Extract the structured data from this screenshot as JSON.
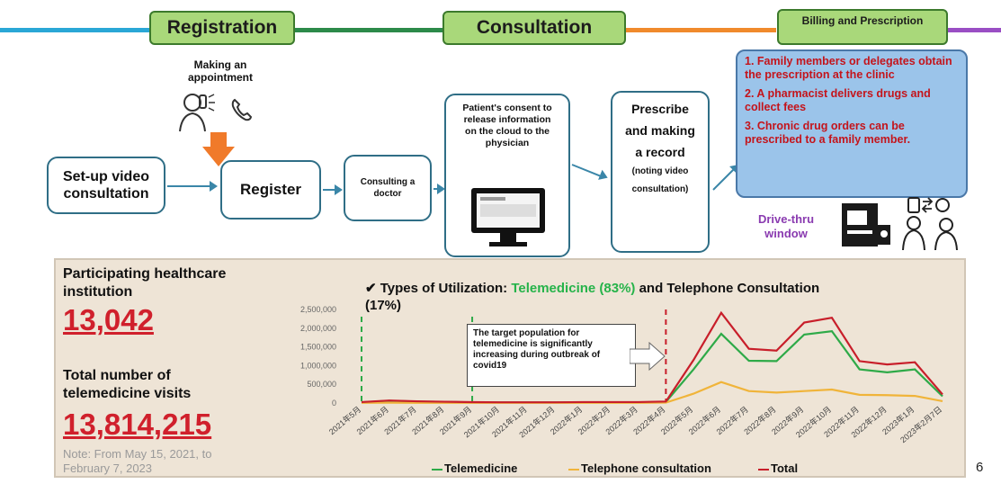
{
  "phases": {
    "registration": "Registration",
    "consultation": "Consultation",
    "billing": "Billing and Prescription"
  },
  "flow": {
    "appointment": "Making an appointment",
    "setup": "Set-up video consultation",
    "register": "Register",
    "consulting": "Consulting a doctor",
    "consent": "Patient's consent to release information on the cloud to the physician",
    "prescribe_main": "Prescribe and making a record",
    "prescribe_sub": "(noting video consultation)"
  },
  "billing_items": [
    "1. Family members or delegates obtain the prescription at the clinic",
    "2. A pharmacist delivers drugs and collect fees",
    "3. Chronic drug orders can be prescribed to a family member."
  ],
  "drive_thru": "Drive-thru window",
  "stats": {
    "institutions_label": "Participating healthcare institution",
    "institutions_value": "13,042",
    "visits_label": "Total number of telemedicine visits",
    "visits_value": "13,814,215",
    "note": "Note: From May 15, 2021, to February 7, 2023"
  },
  "chart_data": {
    "type": "line",
    "title_prefix": "Types of Utilization: ",
    "title_highlight": "Telemedicine (83%)",
    "title_suffix": " and Telephone Consultation (17%)",
    "annotation": "The target population for telemedicine is significantly increasing during outbreak of covid19",
    "ylim": [
      0,
      2500000
    ],
    "yticks": [
      "2,500,000",
      "2,000,000",
      "1,500,000",
      "1,000,000",
      "500,000",
      "0"
    ],
    "categories": [
      "2021年5月",
      "2021年6月",
      "2021年7月",
      "2021年8月",
      "2021年9月",
      "2021年10月",
      "2021年11月",
      "2021年12月",
      "2022年1月",
      "2022年2月",
      "2022年3月",
      "2022年4月",
      "2022年5月",
      "2022年6月",
      "2022年7月",
      "2022年8月",
      "2022年9月",
      "2022年10月",
      "2022年11月",
      "2022年12月",
      "2023年1月",
      "2023年2月7日"
    ],
    "series": [
      {
        "name": "Telemedicine",
        "color": "#2eaa48",
        "values": [
          20000,
          60000,
          40000,
          30000,
          20000,
          15000,
          15000,
          15000,
          20000,
          20000,
          20000,
          30000,
          900000,
          1850000,
          1130000,
          1120000,
          1830000,
          1920000,
          900000,
          820000,
          900000,
          180000
        ]
      },
      {
        "name": "Telephone consultation",
        "color": "#f0b43a",
        "values": [
          5000,
          8000,
          6000,
          5000,
          4000,
          4000,
          4000,
          4000,
          5000,
          5000,
          5000,
          10000,
          250000,
          560000,
          320000,
          280000,
          320000,
          360000,
          220000,
          210000,
          190000,
          50000
        ]
      },
      {
        "name": "Total",
        "color": "#c81e2a",
        "values": [
          25000,
          68000,
          46000,
          35000,
          24000,
          19000,
          19000,
          19000,
          25000,
          25000,
          25000,
          40000,
          1150000,
          2410000,
          1450000,
          1400000,
          2150000,
          2280000,
          1120000,
          1030000,
          1090000,
          230000
        ]
      }
    ]
  },
  "page_number": "6"
}
